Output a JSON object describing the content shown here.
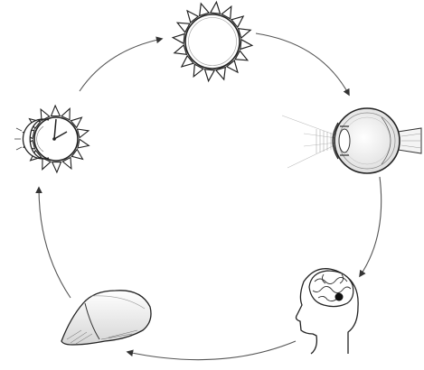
{
  "diagram": {
    "kind": "cycle",
    "direction": "clockwise",
    "nodes": [
      {
        "id": "sun",
        "icon": "sun-icon"
      },
      {
        "id": "eye",
        "icon": "eye-icon"
      },
      {
        "id": "brain",
        "icon": "head-brain-icon"
      },
      {
        "id": "pineal",
        "icon": "gland-icon"
      },
      {
        "id": "clock",
        "icon": "moon-clock-icon"
      }
    ],
    "edges": [
      {
        "from": "sun",
        "to": "eye"
      },
      {
        "from": "eye",
        "to": "brain"
      },
      {
        "from": "brain",
        "to": "pineal"
      },
      {
        "from": "pineal",
        "to": "clock"
      },
      {
        "from": "clock",
        "to": "sun"
      }
    ],
    "colors": {
      "ink": "#222222",
      "line": "#555555",
      "background": "#ffffff"
    }
  }
}
